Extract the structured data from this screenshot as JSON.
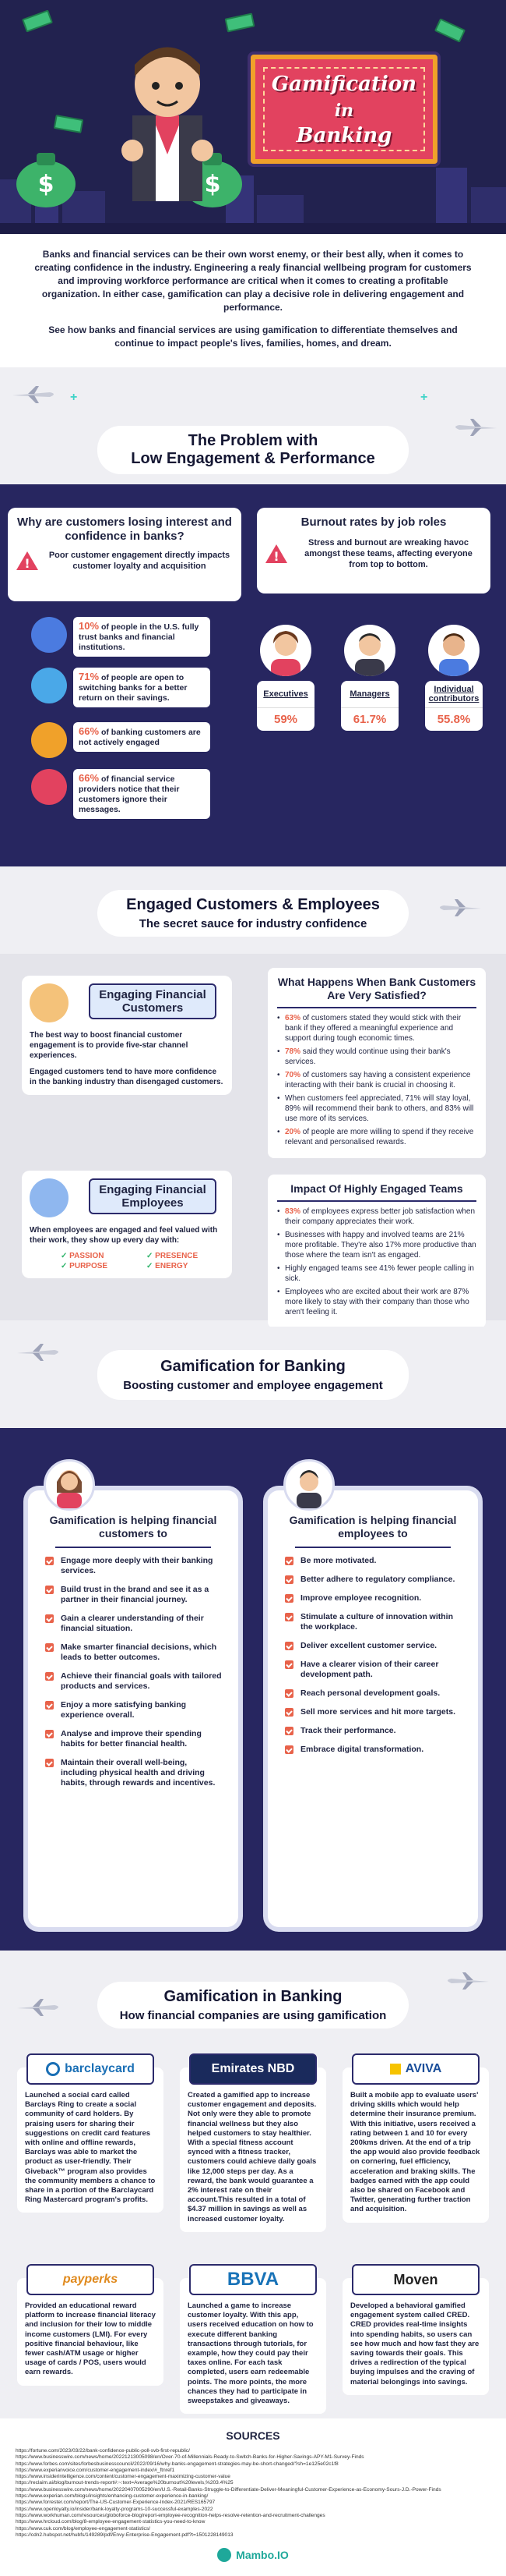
{
  "hero": {
    "title_line1": "Gamification",
    "title_line2": "in",
    "title_line3": "Banking"
  },
  "intro": {
    "p1": "Banks and financial services can be their own worst enemy, or their best ally, when it comes to creating confidence in the industry. Engineering a realy financial wellbeing program for customers and improving workforce performance are critical when it comes to creating a profitable organization. In either case, gamification can play a decisive role in delivering engagement and performance.",
    "p2": "See how banks and financial services are using gamification to differentiate themselves and continue to impact people's lives, families, homes, and dream."
  },
  "problem": {
    "title": "The Problem with",
    "subtitle": "Low Engagement & Performance",
    "why_title": "Why are customers losing interest and confidence in banks?",
    "why_warning": "Poor customer engagement directly impacts customer loyalty and acquisition",
    "burnout_title": "Burnout rates by job roles",
    "burnout_warning": "Stress and burnout are wreaking havoc amongst these teams, affecting everyone from top to bottom.",
    "stats": [
      {
        "pct": "10%",
        "text": "of people in the U.S. fully trust banks and financial institutions."
      },
      {
        "pct": "71%",
        "text": "of people are open to switching banks for a better return on their savings."
      },
      {
        "pct": "66%",
        "text": "of banking customers are not actively engaged"
      },
      {
        "pct": "66%",
        "text": "of financial service providers notice that their customers ignore their messages."
      }
    ],
    "roles": [
      {
        "label": "Executives",
        "pct": "59%"
      },
      {
        "label": "Managers",
        "pct": "61.7%"
      },
      {
        "label": "Individual contributors",
        "pct": "55.8%"
      }
    ]
  },
  "engaged": {
    "title": "Engaged Customers & Employees",
    "subtitle": "The secret sauce for industry confidence",
    "customers_title": "Engaging Financial Customers",
    "customers_p1": "The best way to boost financial customer engagement is to provide five-star channel experiences.",
    "customers_p2": "Engaged customers tend to have more confidence in the banking industry than disengaged customers.",
    "employees_title": "Engaging Financial Employees",
    "employees_p": "When employees are engaged and feel valued with their work, they show up every day with:",
    "keywords": [
      "PASSION",
      "PRESENCE",
      "PURPOSE",
      "ENERGY"
    ],
    "satisfied_title": "What Happens When Bank Customers Are Very Satisfied?",
    "satisfied": [
      {
        "pct": "63%",
        "text": " of customers stated they would stick with their bank if they offered a meaningful experience and support during tough economic times."
      },
      {
        "pct": "78%",
        "text": " said they would continue using their bank's services."
      },
      {
        "pct": "70%",
        "text": " of customers say having a consistent experience interacting with their bank is crucial in choosing it."
      },
      {
        "pct": "",
        "text": "When customers feel appreciated, 71% will stay loyal, 89% will recommend their bank to others, and 83% will use more of its services."
      },
      {
        "pct": "20%",
        "text": " of people are more willing to spend if they receive relevant and personalised rewards."
      }
    ],
    "teams_title": "Impact Of Highly Engaged Teams",
    "teams": [
      {
        "pct": "83%",
        "text": " of employees express better job satisfaction when their company appreciates their work."
      },
      {
        "pct": "",
        "text": "Businesses with happy and involved teams are 21% more profitable. They're also 17% more productive than those where the team isn't as engaged."
      },
      {
        "pct": "",
        "text": "Highly engaged teams see 41% fewer people calling in sick."
      },
      {
        "pct": "",
        "text": "Employees who are excited about their work are 87% more likely to stay with their company than those who aren't feeling it."
      }
    ]
  },
  "gamification": {
    "title": "Gamification for Banking",
    "subtitle": "Boosting customer and employee engagement",
    "customers_title": "Gamification is helping financial customers to",
    "customers": [
      "Engage more deeply with their banking services.",
      "Build trust in the brand and see it as a partner in their financial journey.",
      "Gain a clearer understanding of their financial situation.",
      "Make smarter financial decisions, which leads to better outcomes.",
      "Achieve their financial goals with tailored products and services.",
      "Enjoy a more satisfying banking experience overall.",
      "Analyse and improve their spending habits for better financial health.",
      "Maintain their overall well-being, including physical health and driving habits, through rewards and incentives."
    ],
    "employees_title": "Gamification is helping financial employees to",
    "employees": [
      "Be more motivated.",
      "Better adhere to regulatory compliance.",
      "Improve employee recognition.",
      "Stimulate a culture of innovation within the workplace.",
      "Deliver excellent customer service.",
      "Have a clearer vision of their career development path.",
      "Reach personal development goals.",
      "Sell more services and hit more targets.",
      "Track their performance.",
      "Embrace digital transformation."
    ]
  },
  "companies": {
    "title": "Gamification in Banking",
    "subtitle": "How financial companies are using gamification",
    "banks": [
      {
        "name": "barclaycard",
        "text": "Launched a social card called Barclays Ring to create a social community of card holders. By praising users for sharing their suggestions on credit card features with online and offline rewards, Barclays was able to market the product as user-friendly. Their Giveback™ program also provides the community members a chance to share in a portion of the Barclaycard Ring Mastercard program's profits."
      },
      {
        "name": "Emirates NBD",
        "text": "Created a gamified app to increase customer engagement and deposits. Not only were they able to promote financial wellness but they also helped customers to stay healthier. With a special fitness account synced with a fitness tracker, customers could achieve daily goals like 12,000 steps per day. As a reward, the bank would guarantee a 2% interest rate on their account.This resulted in a total of $4.37 million in savings as well as increased customer loyalty."
      },
      {
        "name": "AVIVA",
        "text": "Built a mobile app to evaluate users' driving skills which would help determine their insurance premium. With this initiative, users received a rating between 1 and 10 for every 200kms driven. At the end of a trip the app would also provide feedback on cornering, fuel efficiency, acceleration and braking skills. The badges earned with the app could also be shared on Facebook and Twitter, generating further traction and acquisition."
      },
      {
        "name": "payperks",
        "text": "Provided an educational reward platform to increase financial literacy and inclusion for their low to middle income customers (LMI). For every positive financial behaviour, like fewer cash/ATM usage or higher usage of cards / POS, users would earn rewards."
      },
      {
        "name": "BBVA",
        "text": "Launched a game to increase customer loyalty. With this app, users received education on how to execute different banking transactions through tutorials, for example, how they could pay their taxes online. For each task completed, users earn redeemable points. The more points, the more chances they had to participate in sweepstakes and giveaways."
      },
      {
        "name": "Moven",
        "text": "Developed a behavioral gamified engagement system called CRED. CRED provides real-time insights into spending habits, so users can see how much and how fast they are saving towards their goals. This drives a redirection of the typical buying impulses and the craving of material belongings into savings."
      }
    ]
  },
  "sources": {
    "title": "SOURCES",
    "items": [
      "https://fortune.com/2023/03/22/bank-confidence-public-poll-svb-first-republic/",
      "https://www.businesswire.com/news/home/20221213005098/en/Over-70-of-Millennials-Ready-to-Switch-Banks-for-Higher-Savings-APY-M1-Survey-Finds",
      "https://www.forbes.com/sites/forbesbusinesscouncil/2022/09/16/why-banks-engagement-strategies-may-be-short-changed/?sh=1e125e02c1f8",
      "https://www.experianvoice.com/customer-engagement-index/#_ftnref1",
      "https://www.insiderintelligence.com/content/customer-engagement-maximizing-customer-value",
      "https://reclaim.ai/blog/burnout-trends-report#:~:text=Average%20burnout%20levels,%203.4%25",
      "https://www.businesswire.com/news/home/20220407005290/en/U.S.-Retail-Banks-Struggle-to-Differentiate-Deliver-Meaningful-Customer-Experience-as-Economy-Sours-J.D.-Power-Finds",
      "https://www.experian.com/blogs/insights/enhancing-customer-experience-in-banking/",
      "https://www.forrester.com/report/The-US-Customer-Experience-Index-2021/RES165797",
      "https://www.openloyalty.io/insider/bank-loyalty-programs-10-successful-examples-2022",
      "https://www.workhuman.com/resources/globoforce-blog/report-employee-recognition-helps-resolve-retention-and-recruitment-challenges",
      "https://www.hrcloud.com/blog/8-employee-engagement-statistics-you-need-to-know",
      "https://www.cuk.com/blog/employee-engagement-statistics/",
      "https://cdn2.hubspot.net/hubfs/149289/pdf/Envy-Enterprise-Engagement.pdf?t=1501228149013"
    ],
    "brand": "Mambo.IO"
  }
}
